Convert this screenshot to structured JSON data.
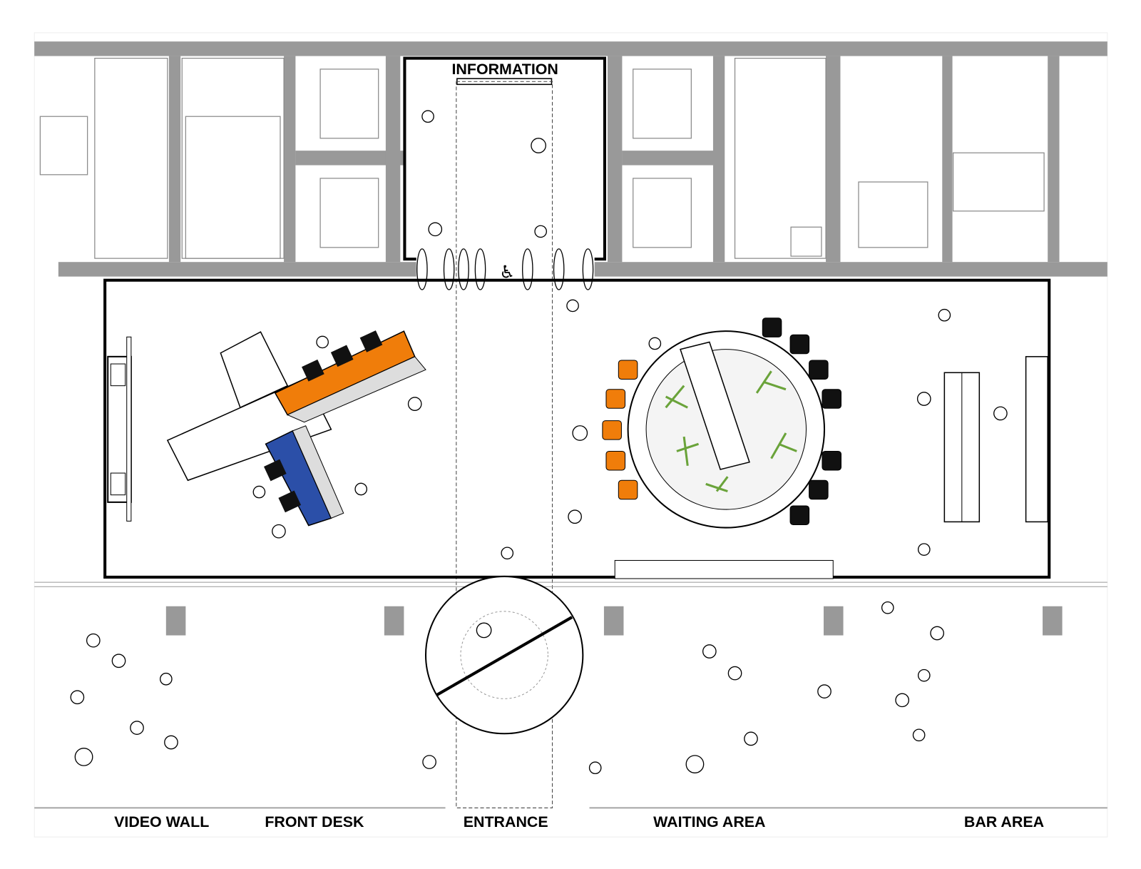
{
  "labels": {
    "information": "INFORMATION",
    "video_wall": "VIDEO WALL",
    "front_desk": "FRONT DESK",
    "entrance": "ENTRANCE",
    "waiting_area": "WAITING AREA",
    "bar_area": "BAR AREA"
  },
  "icons": [
    "wheelchair-accessible-icon"
  ],
  "colors": {
    "wall": "#999999",
    "desk_orange": "#f07d0a",
    "desk_blue": "#2b4fa8",
    "plants": "#6aa33a",
    "outline": "#000000"
  }
}
